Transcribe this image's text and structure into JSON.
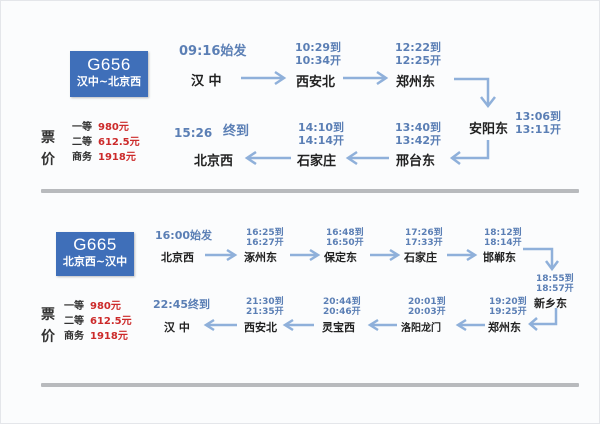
{
  "colors": {
    "badge_bg": "#3f6fb9",
    "time_text": "#5b7fb5",
    "arrow": "#8fb0da",
    "fare_value": "#cc2a2a",
    "station_text": "#222222",
    "divider": "#b8babd"
  },
  "trains": [
    {
      "number": "G656",
      "route": "汉中~北京西",
      "fare_heading": [
        "票",
        "价"
      ],
      "fares": [
        {
          "class": "一等",
          "price": "980元"
        },
        {
          "class": "二等",
          "price": "612.5元"
        },
        {
          "class": "商务",
          "price": "1918元"
        }
      ],
      "stops": [
        {
          "station": "汉 中",
          "time": "09:16始发"
        },
        {
          "station": "西安北",
          "arrive": "10:29到",
          "depart": "10:34开"
        },
        {
          "station": "郑州东",
          "arrive": "12:22到",
          "depart": "12:25开"
        },
        {
          "station": "安阳东",
          "arrive": "13:06到",
          "depart": "13:11开"
        },
        {
          "station": "邢台东",
          "arrive": "13:40到",
          "depart": "13:42开"
        },
        {
          "station": "石家庄",
          "arrive": "14:10到",
          "depart": "14:14开"
        },
        {
          "station": "北京西",
          "time": "15:26",
          "time_suffix": "终到"
        }
      ]
    },
    {
      "number": "G665",
      "route": "北京西~汉中",
      "fare_heading": [
        "票",
        "价"
      ],
      "fares": [
        {
          "class": "一等",
          "price": "980元"
        },
        {
          "class": "二等",
          "price": "612.5元"
        },
        {
          "class": "商务",
          "price": "1918元"
        }
      ],
      "stops": [
        {
          "station": "北京西",
          "time": "16:00始发"
        },
        {
          "station": "涿州东",
          "arrive": "16:25到",
          "depart": "16:27开"
        },
        {
          "station": "保定东",
          "arrive": "16:48到",
          "depart": "16:50开"
        },
        {
          "station": "石家庄",
          "arrive": "17:26到",
          "depart": "17:33开"
        },
        {
          "station": "邯郸东",
          "arrive": "18:12到",
          "depart": "18:14开"
        },
        {
          "station": "新乡东",
          "arrive": "18:55到",
          "depart": "18:57开"
        },
        {
          "station": "郑州东",
          "arrive": "19:20到",
          "depart": "19:25开"
        },
        {
          "station": "洛阳龙门",
          "arrive": "20:01到",
          "depart": "20:03开"
        },
        {
          "station": "灵宝西",
          "arrive": "20:44到",
          "depart": "20:46开"
        },
        {
          "station": "西安北",
          "arrive": "21:30到",
          "depart": "21:35开"
        },
        {
          "station": "汉 中",
          "time": "22:45终到"
        }
      ]
    }
  ]
}
